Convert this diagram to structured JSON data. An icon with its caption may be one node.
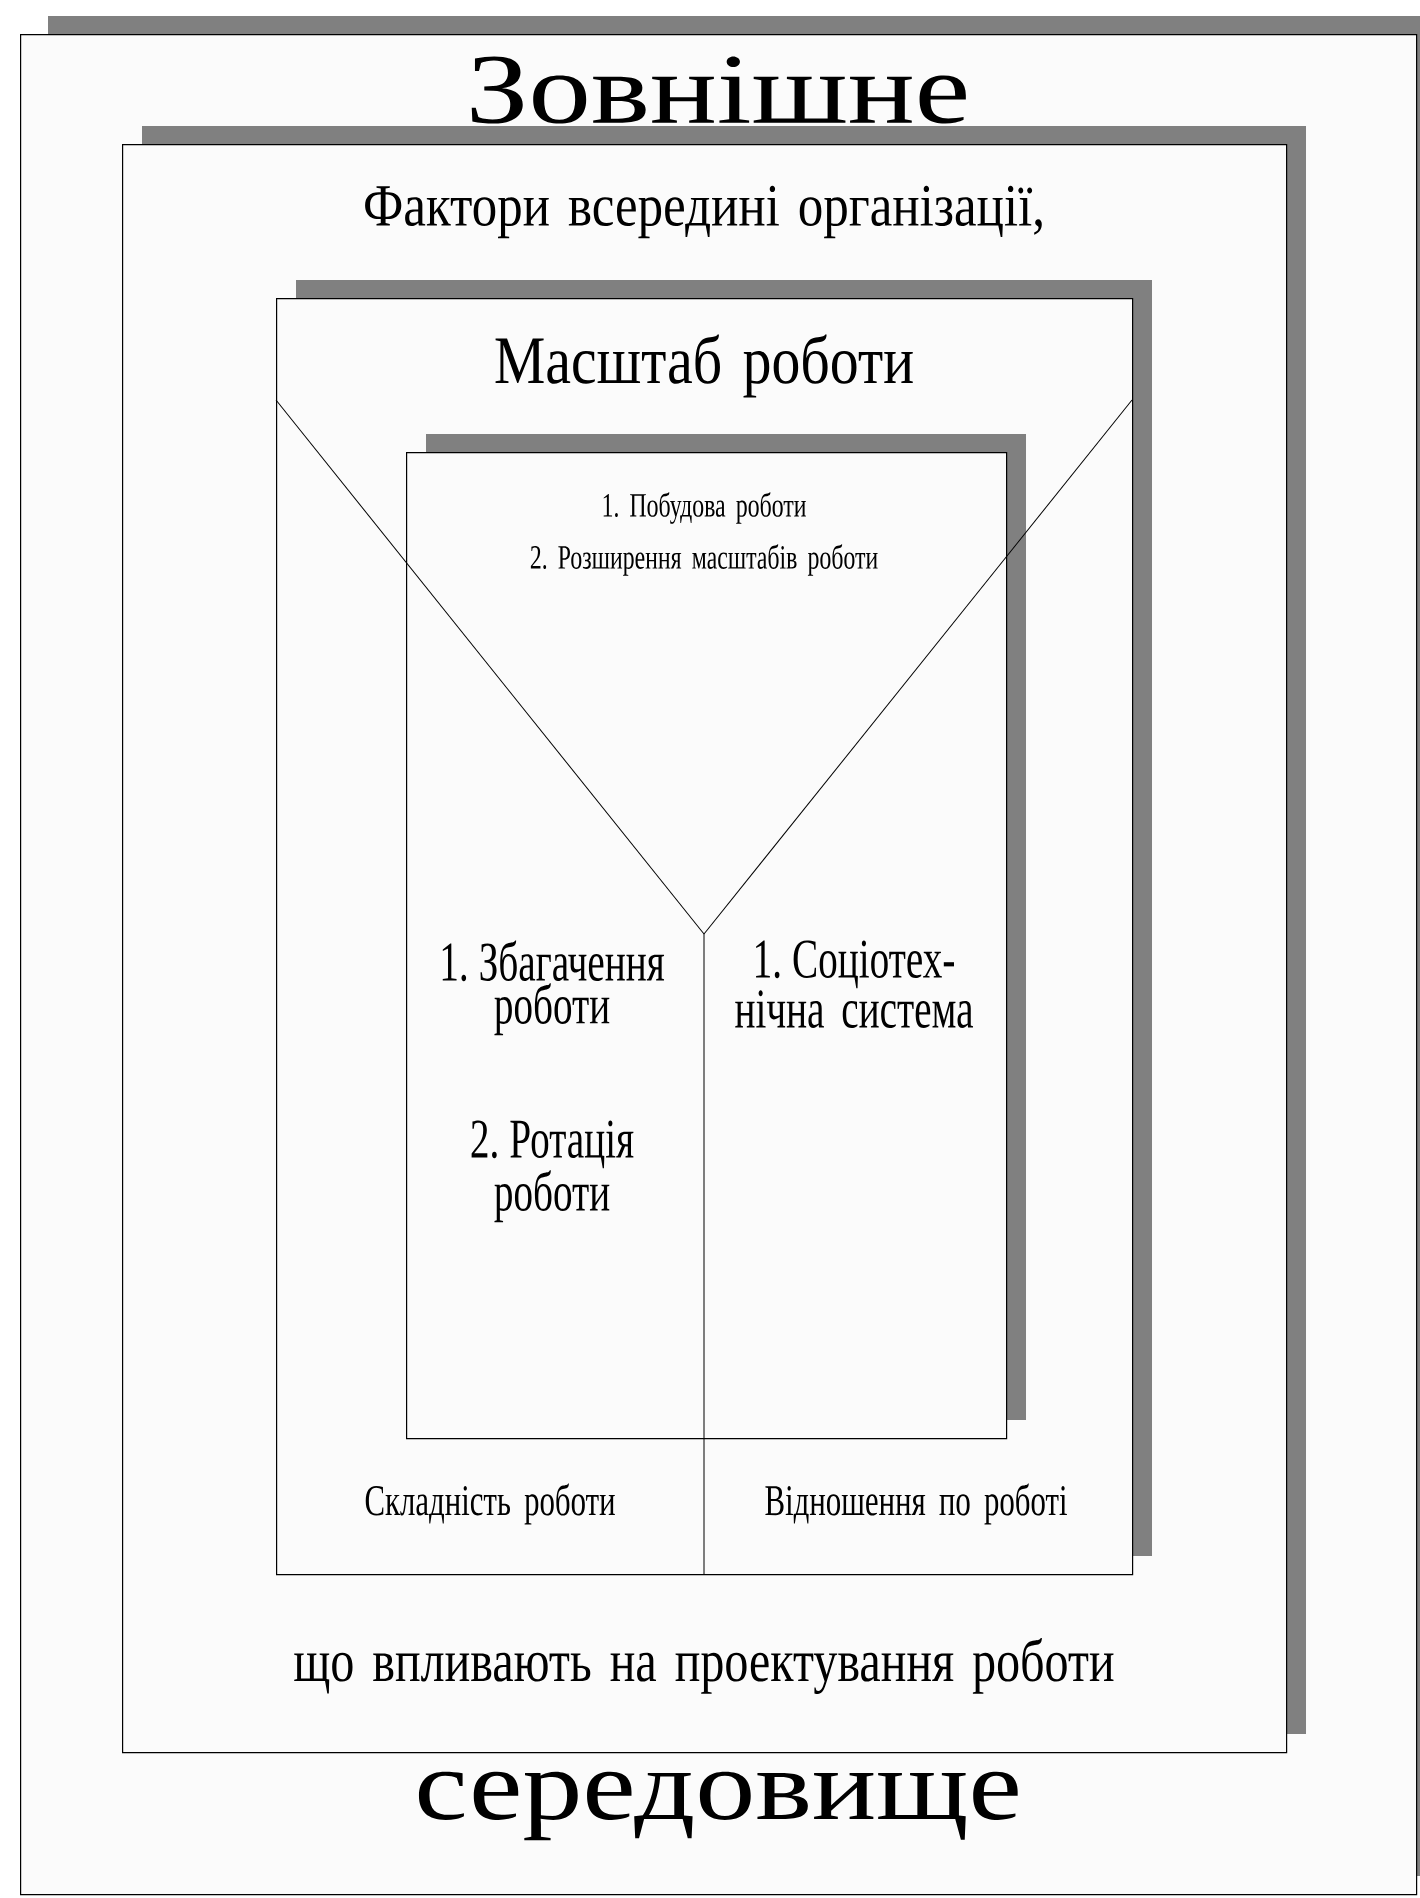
{
  "diagram": {
    "nodes": [
      {
        "text": [
          "Зовнішне",
          "середовище"
        ]
      },
      {
        "text": [
          "Фактори всередині організації,",
          "що впливають на проектування роботи"
        ],
        "in": 0
      },
      {
        "text": [
          "Масштаб роботи",
          "Складність роботи",
          "Відношення по роботі"
        ],
        "in": 1
      },
      {
        "text": [
          "1. Побудова роботи",
          "2. Розширення масштабів роботи",
          "1. Збагачення роботи",
          "2. Ротація роботи",
          "1. Соціотех- нічна система"
        ],
        "in": 2
      }
    ]
  }
}
